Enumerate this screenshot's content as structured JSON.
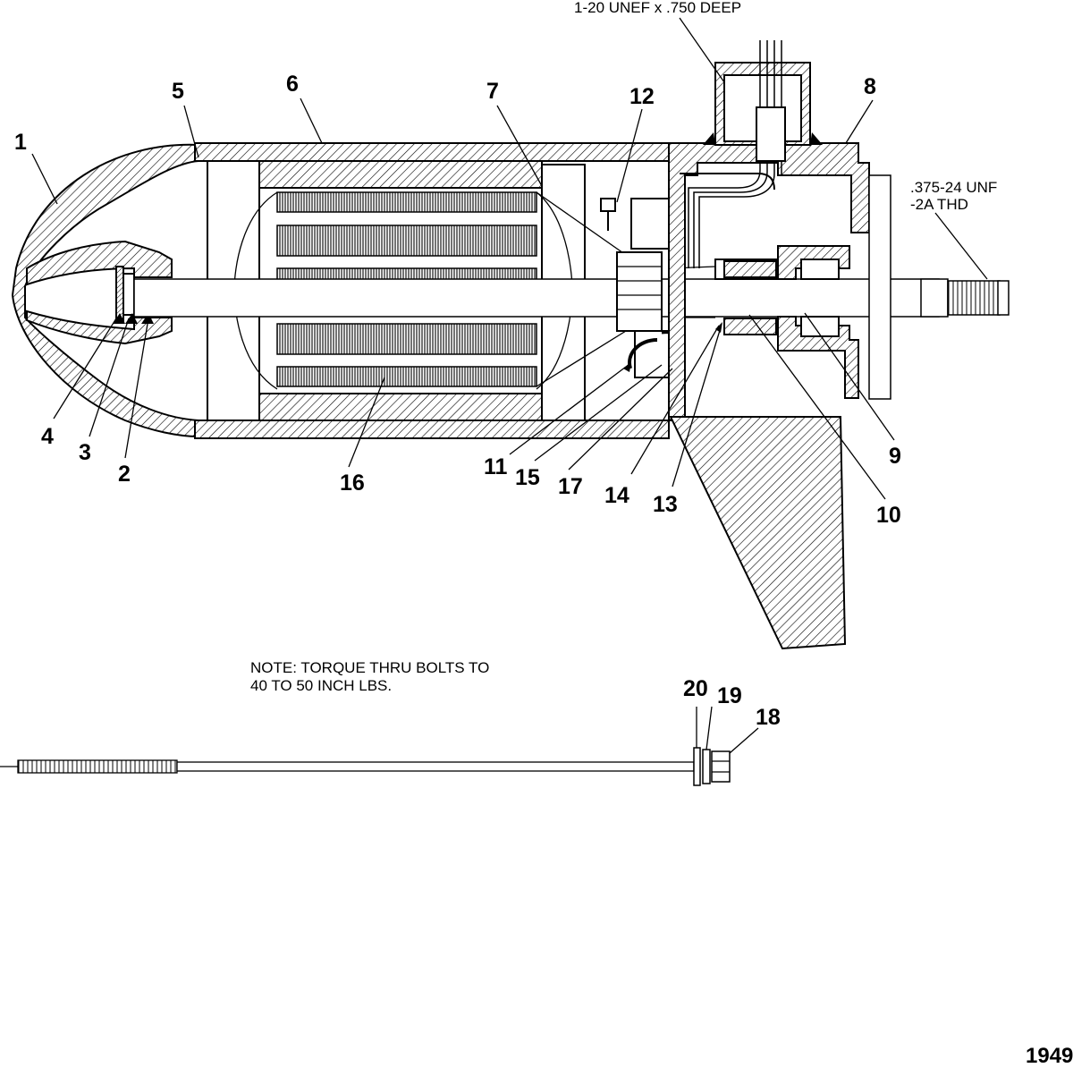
{
  "figure": {
    "number": "1949",
    "thread_top": "1-20 UNEF x .750 DEEP",
    "thread_right_line1": ".375-24 UNF",
    "thread_right_line2": "-2A THD",
    "note_line1": "NOTE: TORQUE THRU BOLTS TO",
    "note_line2": "40 TO 50 INCH LBS."
  },
  "callouts": [
    {
      "id": "1",
      "label": "1"
    },
    {
      "id": "2",
      "label": "2"
    },
    {
      "id": "3",
      "label": "3"
    },
    {
      "id": "4",
      "label": "4"
    },
    {
      "id": "5",
      "label": "5"
    },
    {
      "id": "6",
      "label": "6"
    },
    {
      "id": "7",
      "label": "7"
    },
    {
      "id": "8",
      "label": "8"
    },
    {
      "id": "9",
      "label": "9"
    },
    {
      "id": "10",
      "label": "10"
    },
    {
      "id": "11",
      "label": "11"
    },
    {
      "id": "12",
      "label": "12"
    },
    {
      "id": "13",
      "label": "13"
    },
    {
      "id": "14",
      "label": "14"
    },
    {
      "id": "15",
      "label": "15"
    },
    {
      "id": "16",
      "label": "16"
    },
    {
      "id": "17",
      "label": "17"
    },
    {
      "id": "18",
      "label": "18"
    },
    {
      "id": "19",
      "label": "19"
    },
    {
      "id": "20",
      "label": "20"
    }
  ]
}
